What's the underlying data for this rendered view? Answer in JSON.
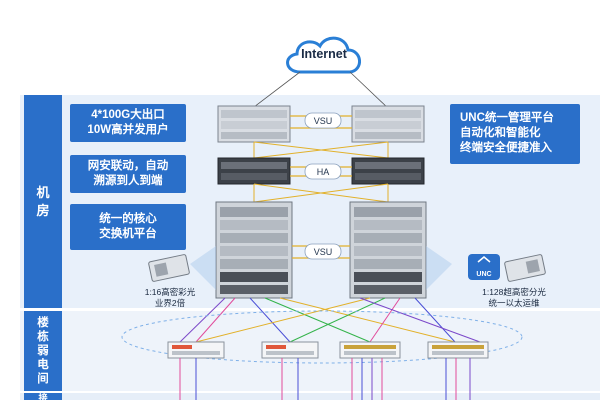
{
  "internet": {
    "label": "Internet"
  },
  "sections": {
    "machine_room": "机房",
    "building_closet": "楼栋弱电间",
    "next": "接"
  },
  "callouts": {
    "uplink": [
      "4*100G大出口",
      "10W高并发用户"
    ],
    "security": [
      "网安联动，自动",
      "溯源到人到端"
    ],
    "core": [
      "统一的核心",
      "交换机平台"
    ]
  },
  "unc_panel": {
    "lines": [
      "UNC统一管理平台",
      "自动化和智能化",
      "终端安全便捷准入"
    ]
  },
  "links": {
    "top": "VSU",
    "middle": "HA",
    "core": "VSU"
  },
  "unc_badge": "UNC",
  "captions": {
    "left": [
      "1:16高密彩光",
      "业界2倍"
    ],
    "right": [
      "1:128超高密分光",
      "统一以太运维"
    ]
  },
  "colors": {
    "accent": "#2a6fc9",
    "room_bg": "#e8f0fa"
  }
}
